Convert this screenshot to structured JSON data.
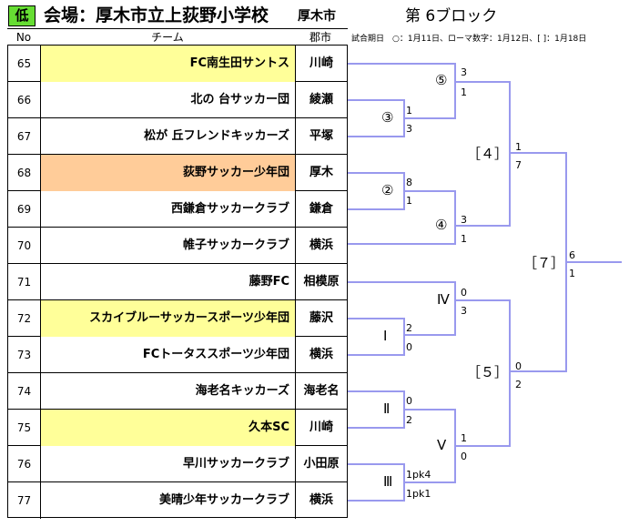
{
  "header": {
    "badge": "低",
    "venue": "会場：厚木市立上荻野小学校",
    "city": "厚木市",
    "block": "第 6ブロック",
    "col_no": "No",
    "col_team": "チーム",
    "col_city": "郡市",
    "note": "試合期日　○：1月11日、ローマ数字：1月12日、[ ]：1月18日"
  },
  "colors": {
    "highlight_yellow": "#ffff99",
    "highlight_orange": "#ffcc99",
    "badge_green": "#66dd33",
    "bracket_line": "#9999ee"
  },
  "teams": [
    {
      "no": "65",
      "name": "FC南生田サントス",
      "city": "川崎",
      "highlight": "yellow"
    },
    {
      "no": "66",
      "name": "北の 台サッカー団",
      "city": "綾瀬",
      "highlight": "none"
    },
    {
      "no": "67",
      "name": "松が 丘フレンドキッカーズ",
      "city": "平塚",
      "highlight": "none"
    },
    {
      "no": "68",
      "name": "荻野サッカー少年団",
      "city": "厚木",
      "highlight": "orange"
    },
    {
      "no": "69",
      "name": "西鎌倉サッカークラブ",
      "city": "鎌倉",
      "highlight": "none"
    },
    {
      "no": "70",
      "name": "帷子サッカークラブ",
      "city": "横浜",
      "highlight": "none"
    },
    {
      "no": "71",
      "name": "藤野FC",
      "city": "相模原",
      "highlight": "none"
    },
    {
      "no": "72",
      "name": "スカイブルーサッカースポーツ少年団",
      "city": "藤沢",
      "highlight": "yellow"
    },
    {
      "no": "73",
      "name": "FCトータススポーツ少年団",
      "city": "横浜",
      "highlight": "none"
    },
    {
      "no": "74",
      "name": "海老名キッカーズ",
      "city": "海老名",
      "highlight": "none"
    },
    {
      "no": "75",
      "name": "久本SC",
      "city": "川崎",
      "highlight": "yellow"
    },
    {
      "no": "76",
      "name": "早川サッカークラブ",
      "city": "小田原",
      "highlight": "none"
    },
    {
      "no": "77",
      "name": "美晴少年サッカークラブ",
      "city": "横浜",
      "highlight": "none"
    }
  ],
  "matches": [
    {
      "label": "③",
      "score_top": "1",
      "score_bottom": "3"
    },
    {
      "label": "⑤",
      "score_top": "3",
      "score_bottom": "1"
    },
    {
      "label": "②",
      "score_top": "8",
      "score_bottom": "1"
    },
    {
      "label": "④",
      "score_top": "3",
      "score_bottom": "1"
    },
    {
      "label": "［４］",
      "score_top": "1",
      "score_bottom": "7"
    },
    {
      "label": "Ⅰ",
      "score_top": "2",
      "score_bottom": "0"
    },
    {
      "label": "Ⅳ",
      "score_top": "0",
      "score_bottom": "3"
    },
    {
      "label": "Ⅱ",
      "score_top": "0",
      "score_bottom": "2"
    },
    {
      "label": "Ⅲ",
      "score_top": "1pk4",
      "score_bottom": "1pk1"
    },
    {
      "label": "Ⅴ",
      "score_top": "1",
      "score_bottom": "0"
    },
    {
      "label": "［５］",
      "score_top": "0",
      "score_bottom": "2"
    },
    {
      "label": "［７］",
      "score_top": "6",
      "score_bottom": "1"
    }
  ]
}
